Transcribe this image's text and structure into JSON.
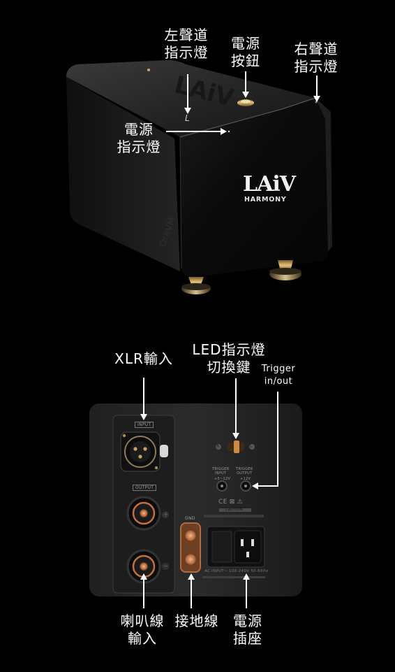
{
  "top_labels": {
    "left_channel_led": "左聲道\n指示燈",
    "power_button": "電源\n按鈕",
    "right_channel_led": "右聲道\n指示燈",
    "power_led": "電源\n指示燈"
  },
  "product": {
    "brand_logo": "LAiV",
    "model": "HARMONY",
    "side_engraving": "OraVM",
    "left_marker": "L"
  },
  "bottom_labels": {
    "xlr_input": "XLR輸入",
    "led_switch": "LED指示燈\n切換鍵",
    "trigger": "Trigger\nin/out",
    "speaker_input": "喇叭線\n輸入",
    "ground": "接地線",
    "power_socket": "電源\n插座"
  },
  "rear_panel": {
    "input_tag": "INPUT",
    "output_tag": "OUTPUT",
    "switch_r": "R",
    "switch_l": "L",
    "trigger_input": "TRIGGER\nINPUT",
    "trigger_output": "TRIGGER\nOUTPUT",
    "trigger_input_range": "+5~12V",
    "trigger_output_range": "+12V",
    "gnd_tag": "GND",
    "ce_marks": "CE  ⊠  ⚠",
    "caution": "CAUTION",
    "ac_input": "AC INPUT~ 100-240V 50-60Hz",
    "plus": "+",
    "minus": "−"
  }
}
